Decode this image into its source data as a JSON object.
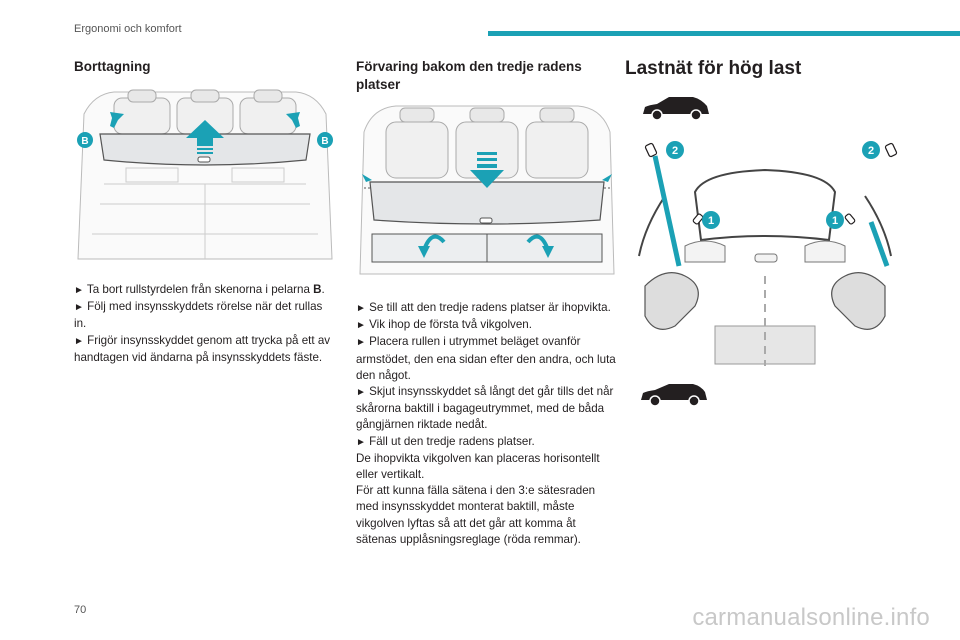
{
  "header": {
    "section_title": "Ergonomi och komfort",
    "accent_color": "#1ba1b5"
  },
  "page_number": "70",
  "watermark": "carmanualsonline.info",
  "col1": {
    "heading": "Borttagning",
    "figure_labels": {
      "left": "B",
      "right": "B"
    },
    "steps": [
      {
        "bullet": "►",
        "text_before": "Ta bort rullstyrdelen från skenorna i pelarna ",
        "bold": "B",
        "text_after": "."
      },
      {
        "bullet": "►",
        "text": "Följ med insynsskyddets rörelse när det rullas in."
      },
      {
        "bullet": "►",
        "text": "Frigör insynsskyddet genom att trycka på ett av handtagen vid ändarna på insynsskyddets fäste."
      }
    ]
  },
  "col2": {
    "heading": "Förvaring bakom den tredje radens platser",
    "steps": [
      {
        "bullet": "►",
        "text": "Se till att den tredje radens platser är ihopvikta."
      },
      {
        "bullet": "►",
        "text": "Vik ihop de första två vikgolven."
      },
      {
        "bullet": "►",
        "text": "Placera rullen i utrymmet beläget ovanför armstödet, den ena sidan efter den andra, och luta den något."
      },
      {
        "bullet": "►",
        "text": "Skjut insynsskyddet så långt det går tills det når skårorna baktill i bagageutrymmet, med de båda gångjärnen riktade nedåt."
      },
      {
        "bullet": "►",
        "text": "Fäll ut den tredje radens platser."
      }
    ],
    "paragraphs": [
      "De ihopvikta vikgolven kan placeras horisontellt eller vertikalt.",
      "För att kunna fälla sätena i den 3:e sätesraden med insynsskyddet monterat baktill, måste vikgolven lyftas så att det går att komma åt sätenas upplåsningsreglage (röda remmar)."
    ]
  },
  "col3": {
    "heading": "Lastnät för hög last",
    "figure_labels": {
      "callout_2_left": "2",
      "callout_2_right": "2",
      "callout_1_left": "1",
      "callout_1_right": "1"
    }
  }
}
